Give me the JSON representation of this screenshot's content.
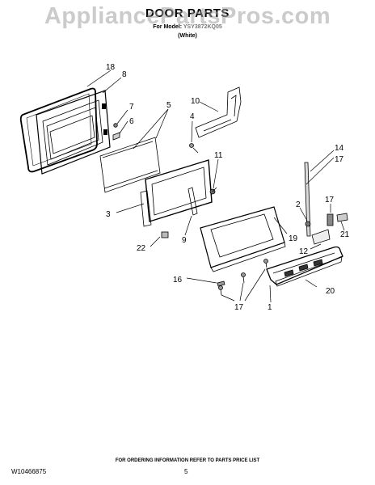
{
  "header": {
    "watermark": "AppliancePartsPros.com",
    "title": "DOOR PARTS",
    "model_prefix": "For Model:",
    "model_code": "YSY3872KQ05",
    "color": "(White)"
  },
  "callouts": [
    "18",
    "8",
    "7",
    "6",
    "5",
    "10",
    "4",
    "11",
    "3",
    "9",
    "22",
    "14",
    "17",
    "2",
    "17",
    "21",
    "12",
    "19",
    "16",
    "1",
    "20",
    "17"
  ],
  "footer": {
    "note": "FOR ORDERING INFORMATION REFER TO PARTS PRICE LIST",
    "doc_number": "W10466875",
    "page_number": "5"
  }
}
